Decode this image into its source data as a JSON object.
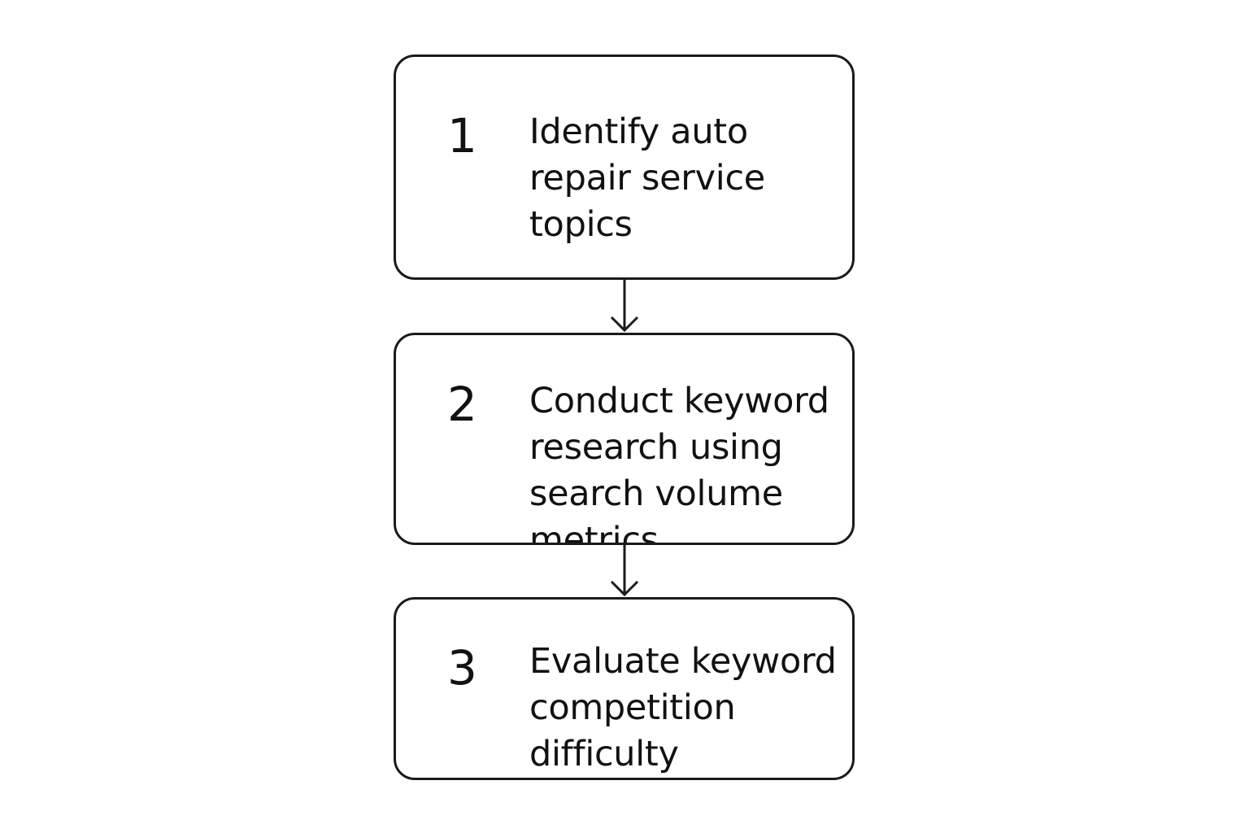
{
  "steps": [
    {
      "number": "1",
      "text": "Identify auto\nrepair service\ntopics"
    },
    {
      "number": "2",
      "text": "Conduct keyword\nresearch using\nsearch volume\nmetrics"
    },
    {
      "number": "3",
      "text": "Evaluate keyword\ncompetition\ndifficulty"
    }
  ],
  "colors": {
    "stroke": "#1a1a1a",
    "background": "#ffffff",
    "text": "#111111"
  }
}
